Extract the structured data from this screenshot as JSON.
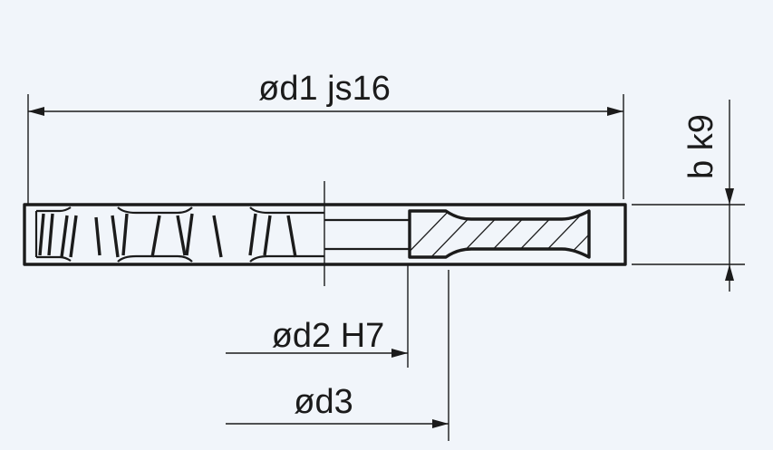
{
  "dimensions": {
    "d1": "ød1 js16",
    "d2": "ød2 H7",
    "d3": "ød3",
    "b": "b k9"
  }
}
